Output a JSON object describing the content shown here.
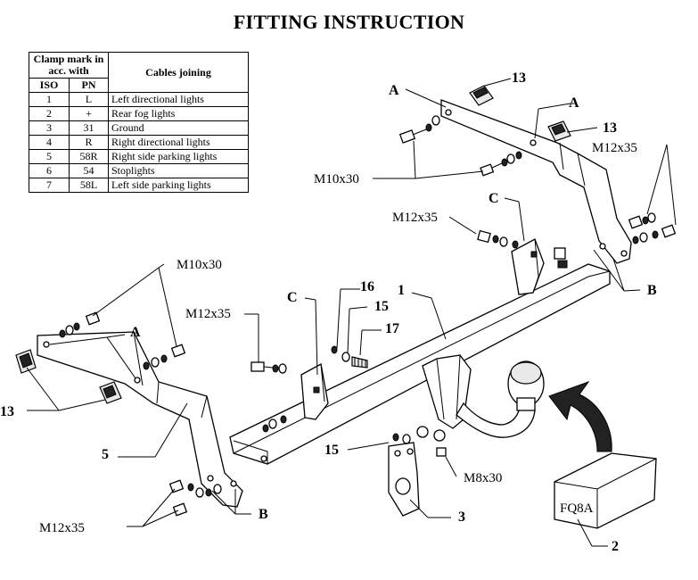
{
  "title": "FITTING INSTRUCTION",
  "table": {
    "header_clamp": "Clamp mark in acc. with",
    "header_cables": "Cables joining",
    "header_iso": "ISO",
    "header_pn": "PN",
    "rows": [
      {
        "iso": "1",
        "pn": "L",
        "desc": "Left directional lights"
      },
      {
        "iso": "2",
        "pn": "+",
        "desc": "Rear fog lights"
      },
      {
        "iso": "3",
        "pn": "31",
        "desc": "Ground"
      },
      {
        "iso": "4",
        "pn": "R",
        "desc": "Right directional lights"
      },
      {
        "iso": "5",
        "pn": "58R",
        "desc": "Right side parking lights"
      },
      {
        "iso": "6",
        "pn": "54",
        "desc": "Stoplights"
      },
      {
        "iso": "7",
        "pn": "58L",
        "desc": "Left side parking lights"
      }
    ]
  },
  "labels": {
    "part_1": "1",
    "part_2": "2",
    "part_3": "3",
    "part_5": "5",
    "part_13": "13",
    "part_15": "15",
    "part_16": "16",
    "part_17": "17",
    "mark_a": "A",
    "mark_b": "B",
    "mark_c": "C",
    "bolt_m10x30": "M10x30",
    "bolt_m12x35": "M12x35",
    "bolt_m8x30": "M8x30",
    "box_code": "FQ8A"
  }
}
